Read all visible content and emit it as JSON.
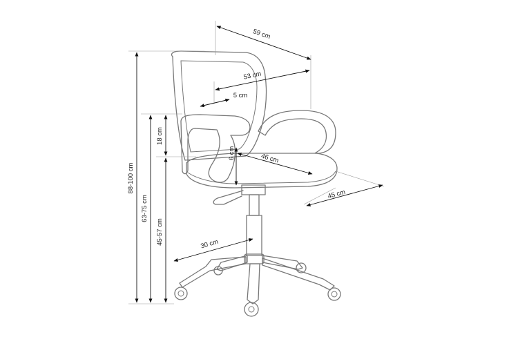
{
  "figure": {
    "subject": "office-chair-dimension-drawing",
    "colors": {
      "outline": "#777777",
      "dimension_line": "#111111",
      "label": "#222222",
      "background": "#ffffff"
    },
    "dimensions": {
      "backrest_depth_top": "59 cm",
      "backrest_depth_inner": "53 cm",
      "armrest_offset": "5 cm",
      "armrest_height": "18 cm",
      "armrest_thickness": "6 cm",
      "seat_depth": "46 cm",
      "seat_width": "45 cm",
      "base_radius": "30 cm",
      "total_height": "88-100 cm",
      "armrest_floor_height": "63-75 cm",
      "seat_height": "45-57 cm"
    }
  }
}
